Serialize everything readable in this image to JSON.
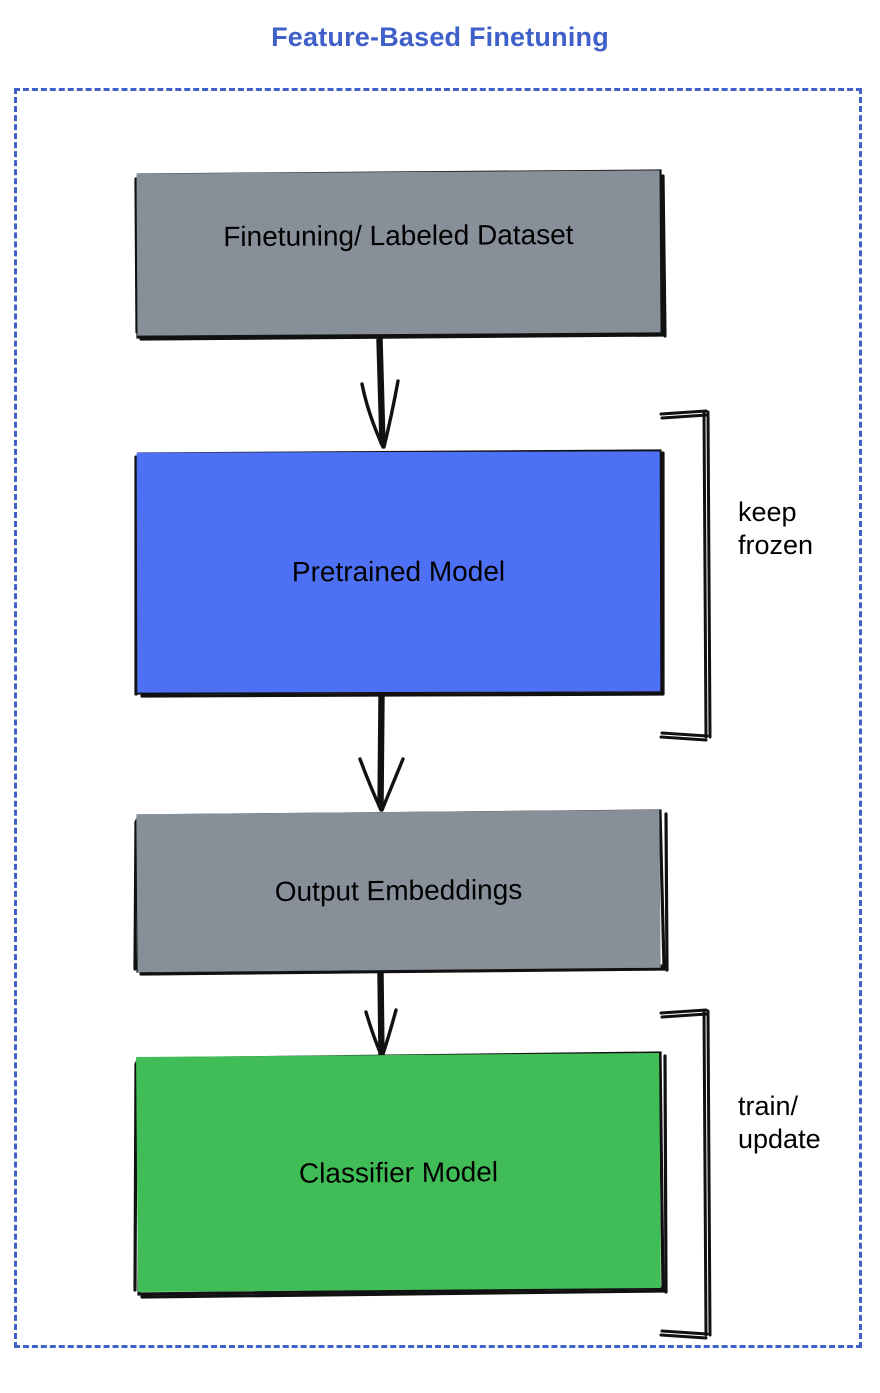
{
  "diagram": {
    "title": "Feature-Based Finetuning",
    "title_color": "#3f5fc9",
    "frame": {
      "style": "dashed",
      "color": "#4161c9"
    },
    "nodes": [
      {
        "id": "dataset",
        "label": "Finetuning/ Labeled Dataset",
        "fill": "#878f98",
        "shape": "rectangle"
      },
      {
        "id": "pretrained",
        "label": "Pretrained Model",
        "fill": "#4e70f5",
        "shape": "rectangle"
      },
      {
        "id": "embeddings",
        "label": "Output Embeddings",
        "fill": "#878f98",
        "shape": "rectangle"
      },
      {
        "id": "classifier",
        "label": "Classifier Model",
        "fill": "#41bd58",
        "shape": "rectangle"
      }
    ],
    "connectors": [
      {
        "id": "dataset-to-pretrained",
        "from": "dataset",
        "to": "pretrained",
        "kind": "arrow-down"
      },
      {
        "id": "pretrained-to-embeddings",
        "from": "pretrained",
        "to": "embeddings",
        "kind": "arrow-down"
      },
      {
        "id": "embeddings-to-classifier",
        "from": "embeddings",
        "to": "classifier",
        "kind": "arrow-down"
      }
    ],
    "annotations": [
      {
        "id": "keep-frozen",
        "text": "keep\nfrozen",
        "target": "pretrained",
        "bracket": "right"
      },
      {
        "id": "train-update",
        "text": "train/\nupdate",
        "target": "classifier",
        "bracket": "right"
      }
    ]
  }
}
